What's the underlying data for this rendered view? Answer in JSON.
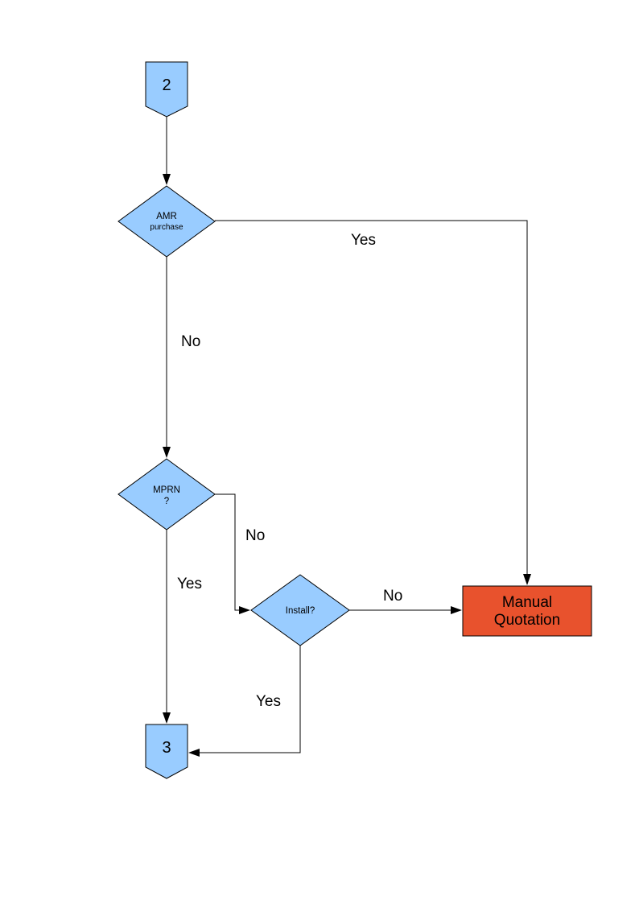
{
  "diagram": {
    "colors": {
      "background": "#FFFFFF",
      "node_fill": "#99CCFF",
      "node_border": "#000000",
      "alert_fill": "#E8522D",
      "line": "#000000",
      "text": "#000000"
    },
    "nodes": {
      "connector_in": {
        "type": "off-page-connector",
        "label": "2"
      },
      "amr": {
        "type": "decision",
        "line1": "AMR",
        "line2": "purchase"
      },
      "mprn": {
        "type": "decision",
        "line1": "MPRN",
        "line2": "?"
      },
      "install": {
        "type": "decision",
        "label": "Install?"
      },
      "manual_quotation": {
        "type": "process",
        "line1": "Manual",
        "line2": "Quotation"
      },
      "connector_out": {
        "type": "off-page-connector",
        "label": "3"
      }
    },
    "edges": {
      "amr_yes": "Yes",
      "amr_no": "No",
      "mprn_no": "No",
      "mprn_yes": "Yes",
      "install_no": "No",
      "install_yes": "Yes"
    }
  }
}
